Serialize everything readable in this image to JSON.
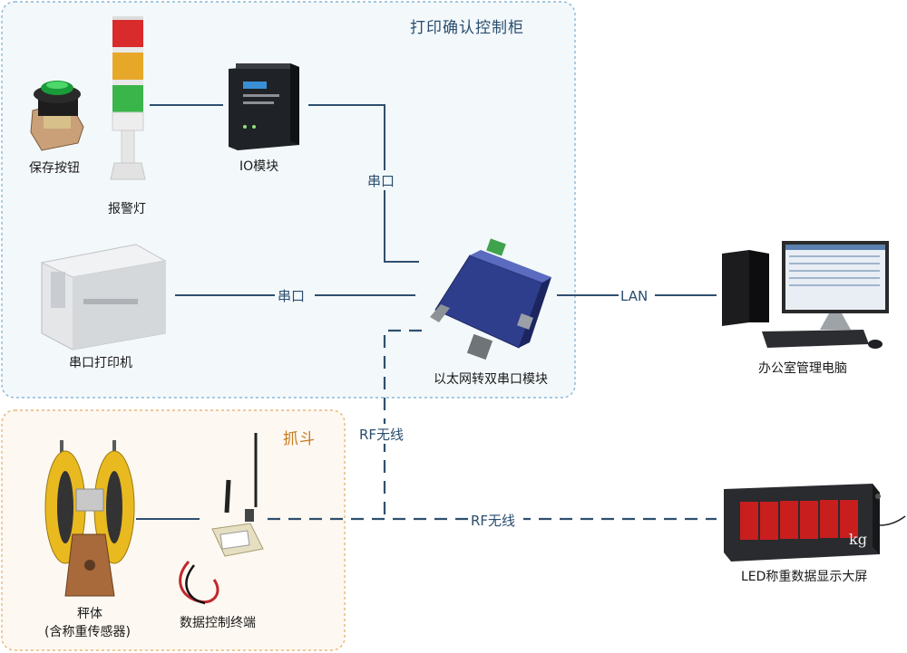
{
  "zones": {
    "cabinet_title": "打印确认控制柜",
    "grab_title": "抓斗"
  },
  "devices": {
    "save_button": "保存按钮",
    "alarm_light": "报警灯",
    "io_module": "IO模块",
    "serial_printer": "串口打印机",
    "ethernet_module": "以太网转双串口模块",
    "office_pc": "办公室管理电脑",
    "scale_body_line1": "秤体",
    "scale_body_line2": "(含称重传感器)",
    "data_terminal": "数据控制终端",
    "led_display": "LED称重数据显示大屏",
    "led_unit": "kg"
  },
  "links": {
    "serial_io": "串口",
    "serial_printer": "串口",
    "lan": "LAN",
    "rf_vertical": "RF无线",
    "rf_horizontal": "RF无线"
  },
  "colors": {
    "cabinet_border": "#8ab8d6",
    "cabinet_fill": "#f3f8fb",
    "grab_border": "#e8b77a",
    "grab_fill": "#fdf8f1",
    "line": "#2f4f6f",
    "label_blue": "#2a4d6e",
    "label_orange": "#c77a1e"
  }
}
